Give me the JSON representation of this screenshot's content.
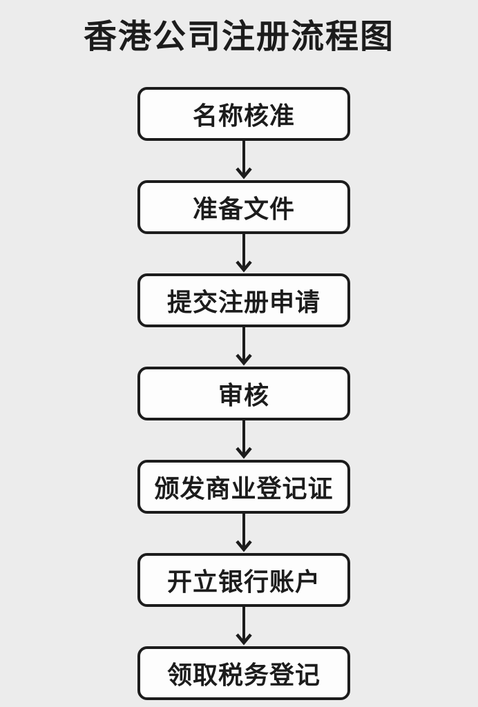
{
  "title": "香港公司注册流程图",
  "steps": [
    {
      "label": "名称核准"
    },
    {
      "label": "准备文件"
    },
    {
      "label": "提交注册申请"
    },
    {
      "label": "审核"
    },
    {
      "label": "颁发商业登记证"
    },
    {
      "label": "开立银行账户"
    },
    {
      "label": "领取税务登记"
    }
  ],
  "icons": [
    {
      "name": "down-arrow-icon",
      "glyph": "↓"
    }
  ],
  "colors": {
    "background": "#ececec",
    "box_fill": "#fdfdfd",
    "stroke": "#1c1c1c",
    "text": "#1c1c1c"
  }
}
